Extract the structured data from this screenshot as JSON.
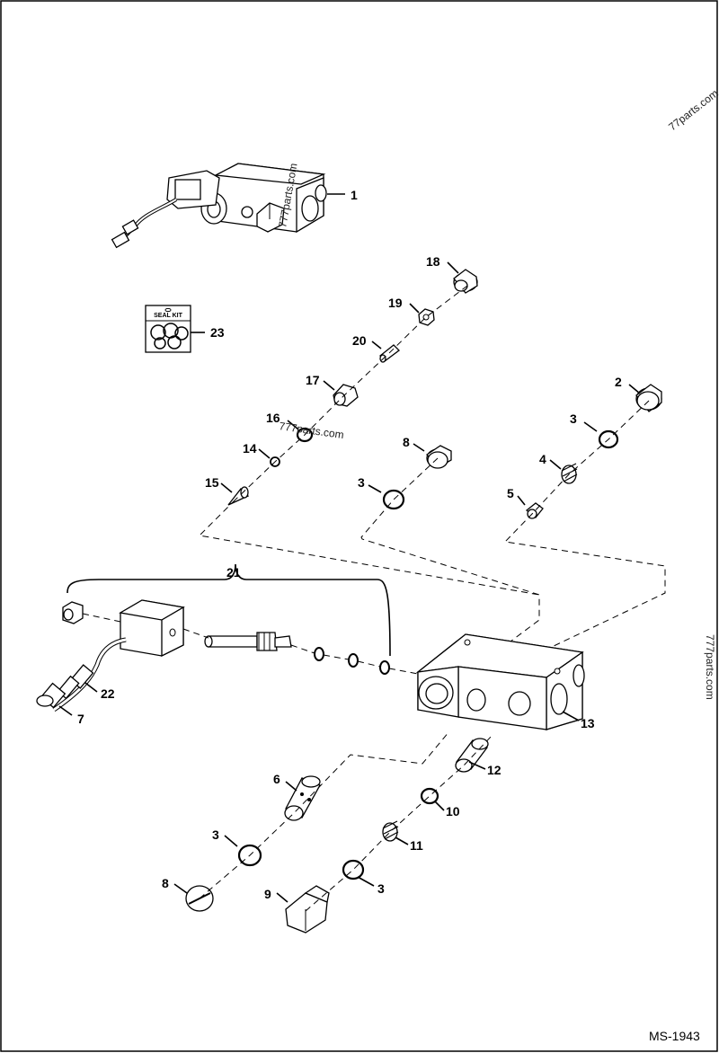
{
  "diagram": {
    "document_ref": "MS-1943",
    "watermark": "777parts.com",
    "watermark_variant": "77parts.com",
    "seal_kit_label": "SEAL KIT",
    "callouts": [
      "1",
      "2",
      "3",
      "4",
      "5",
      "6",
      "7",
      "8",
      "9",
      "10",
      "11",
      "12",
      "13",
      "14",
      "15",
      "16",
      "17",
      "18",
      "19",
      "20",
      "21",
      "22",
      "23"
    ]
  }
}
